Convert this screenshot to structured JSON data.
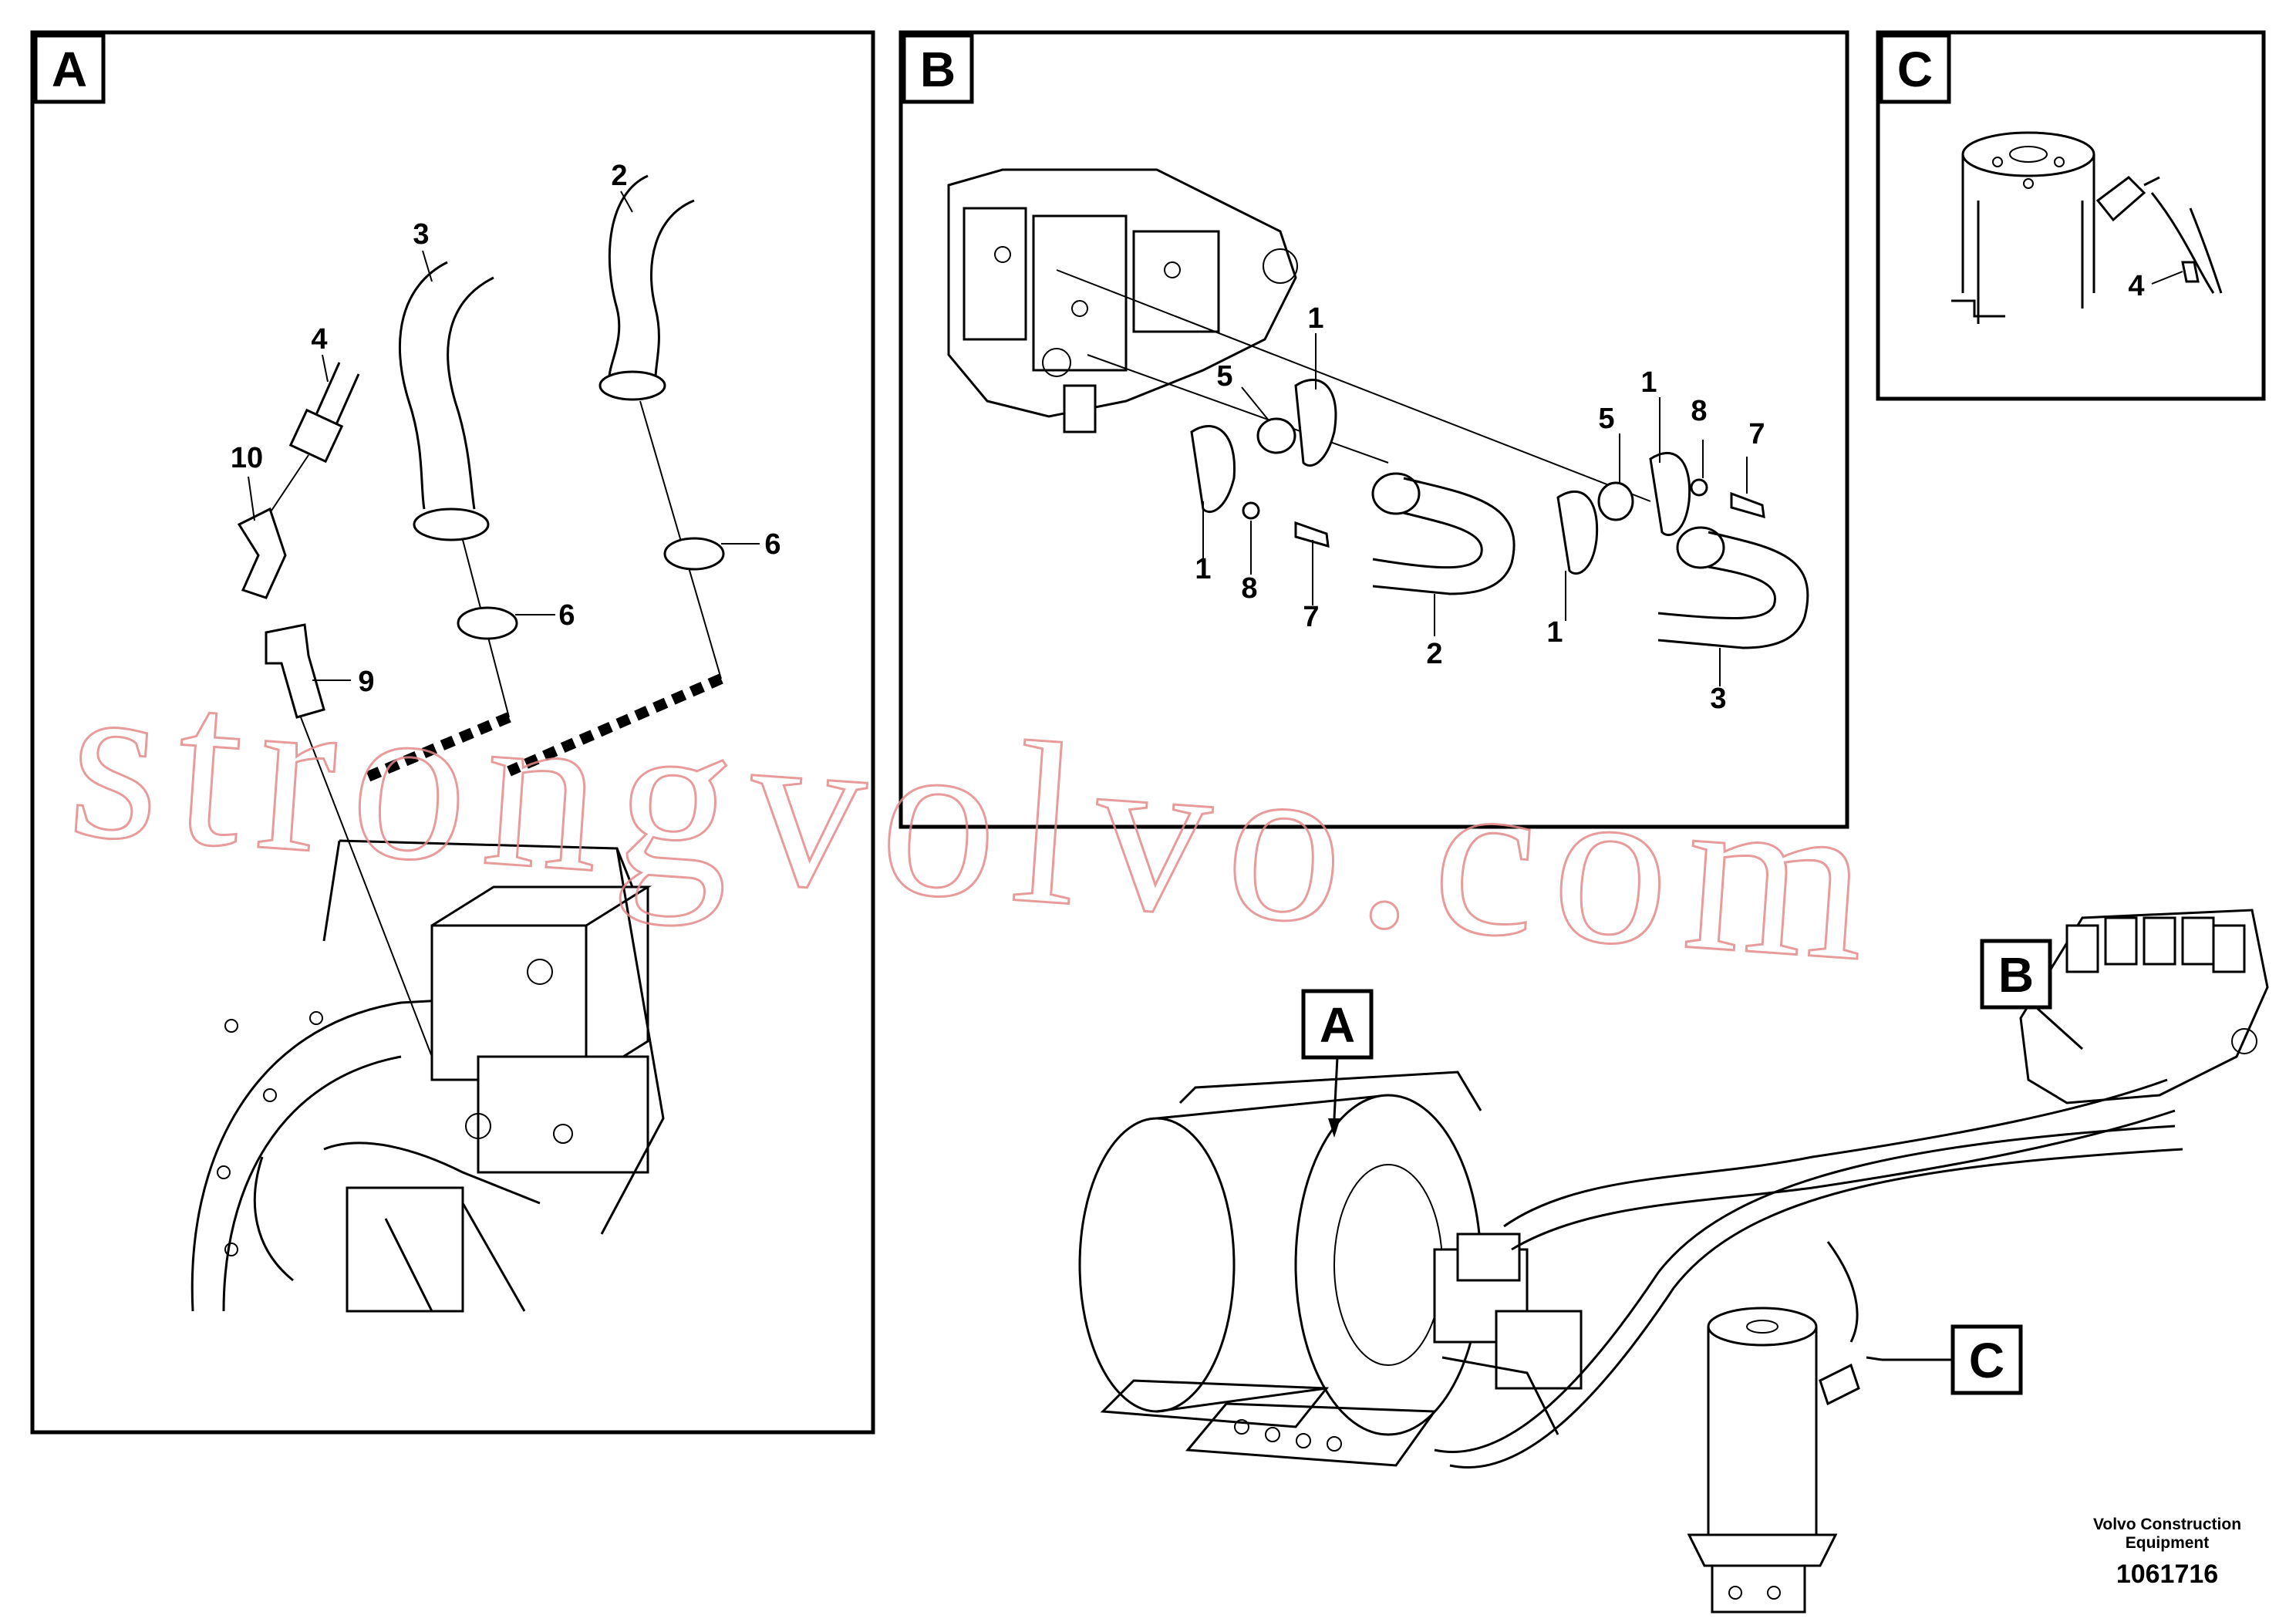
{
  "panels": {
    "a": {
      "label": "A"
    },
    "b": {
      "label": "B"
    },
    "c": {
      "label": "C"
    }
  },
  "callouts": {
    "a": [
      "2",
      "3",
      "4",
      "10",
      "6",
      "6",
      "9"
    ],
    "b": [
      "1",
      "5",
      "5",
      "1",
      "8",
      "7",
      "1",
      "8",
      "7",
      "2",
      "1",
      "3"
    ],
    "c": [
      "4"
    ]
  },
  "overview": {
    "labels": [
      "A",
      "B",
      "C"
    ]
  },
  "watermark": "strongvolvo.com",
  "footer": {
    "company_line1": "Volvo Construction",
    "company_line2": "Equipment",
    "drawing_number": "1061716"
  }
}
